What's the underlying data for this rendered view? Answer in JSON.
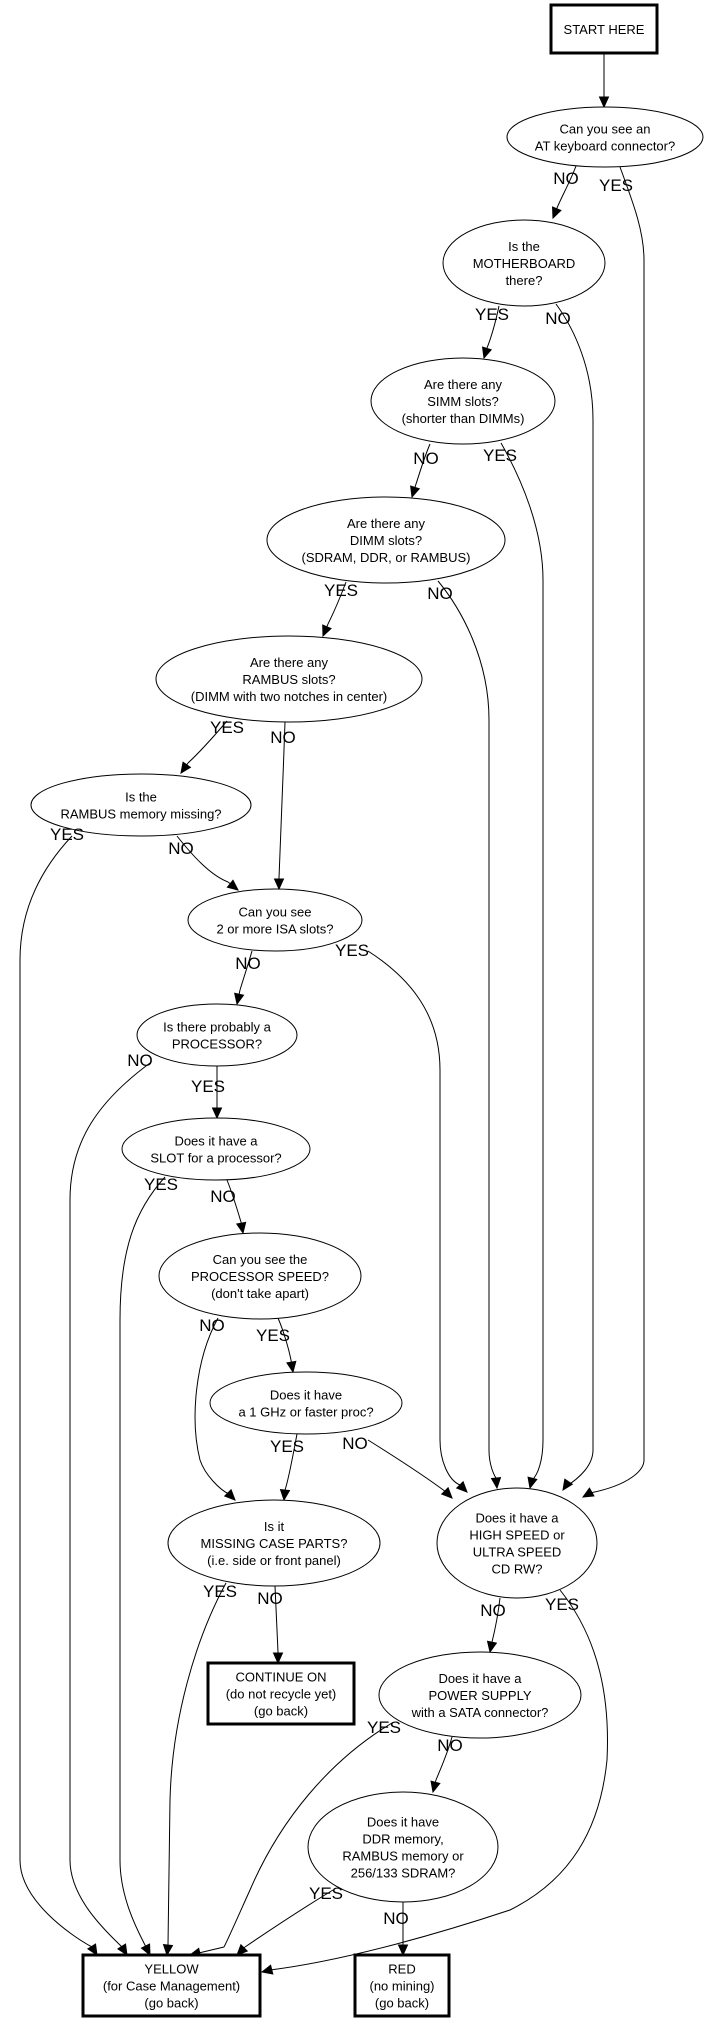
{
  "diagram": {
    "type": "flowchart",
    "nodes": [
      {
        "id": "start",
        "shape": "box",
        "lines": [
          "START HERE"
        ]
      },
      {
        "id": "at_kbd",
        "shape": "ellipse",
        "lines": [
          "Can you see an",
          "AT keyboard connector?"
        ]
      },
      {
        "id": "mobo",
        "shape": "ellipse",
        "lines": [
          "Is the",
          "MOTHERBOARD",
          "there?"
        ]
      },
      {
        "id": "simm",
        "shape": "ellipse",
        "lines": [
          "Are there any",
          "SIMM slots?",
          "(shorter than DIMMs)"
        ]
      },
      {
        "id": "dimm",
        "shape": "ellipse",
        "lines": [
          "Are there any",
          "DIMM slots?",
          "(SDRAM, DDR, or RAMBUS)"
        ]
      },
      {
        "id": "rambus_slots",
        "shape": "ellipse",
        "lines": [
          "Are there any",
          "RAMBUS slots?",
          "(DIMM with two notches in center)"
        ]
      },
      {
        "id": "rambus_missing",
        "shape": "ellipse",
        "lines": [
          "Is the",
          "RAMBUS memory missing?"
        ]
      },
      {
        "id": "isa",
        "shape": "ellipse",
        "lines": [
          "Can you see",
          "2 or more ISA slots?"
        ]
      },
      {
        "id": "processor",
        "shape": "ellipse",
        "lines": [
          "Is there probably a",
          "PROCESSOR?"
        ]
      },
      {
        "id": "slot",
        "shape": "ellipse",
        "lines": [
          "Does it have a",
          "SLOT for a processor?"
        ]
      },
      {
        "id": "proc_speed",
        "shape": "ellipse",
        "lines": [
          "Can you see the",
          "PROCESSOR SPEED?",
          "(don't take apart)"
        ]
      },
      {
        "id": "ghz",
        "shape": "ellipse",
        "lines": [
          "Does it have",
          "a 1 GHz or faster proc?"
        ]
      },
      {
        "id": "case_parts",
        "shape": "ellipse",
        "lines": [
          "Is it",
          "MISSING CASE PARTS?",
          "(i.e. side or front panel)"
        ]
      },
      {
        "id": "cdrw",
        "shape": "ellipse",
        "lines": [
          "Does it have a",
          "HIGH SPEED or",
          "ULTRA SPEED",
          "CD RW?"
        ]
      },
      {
        "id": "continue",
        "shape": "box",
        "lines": [
          "CONTINUE ON",
          "(do not recycle yet)",
          "(go back)"
        ]
      },
      {
        "id": "psu",
        "shape": "ellipse",
        "lines": [
          "Does it have a",
          "POWER SUPPLY",
          "with a SATA connector?"
        ]
      },
      {
        "id": "ddr",
        "shape": "ellipse",
        "lines": [
          "Does it have",
          "DDR memory,",
          "RAMBUS memory or",
          "256/133 SDRAM?"
        ]
      },
      {
        "id": "yellow",
        "shape": "box",
        "lines": [
          "YELLOW",
          "(for Case Management)",
          "(go back)"
        ]
      },
      {
        "id": "red",
        "shape": "box",
        "lines": [
          "RED",
          "(no mining)",
          "(go back)"
        ]
      }
    ],
    "edges": [
      {
        "from": "start",
        "to": "at_kbd",
        "label": ""
      },
      {
        "from": "at_kbd",
        "to": "mobo",
        "label": "NO"
      },
      {
        "from": "at_kbd",
        "to": "cdrw",
        "label": "YES"
      },
      {
        "from": "mobo",
        "to": "simm",
        "label": "YES"
      },
      {
        "from": "mobo",
        "to": "cdrw",
        "label": "NO"
      },
      {
        "from": "simm",
        "to": "dimm",
        "label": "NO"
      },
      {
        "from": "simm",
        "to": "cdrw",
        "label": "YES"
      },
      {
        "from": "dimm",
        "to": "rambus_slots",
        "label": "YES"
      },
      {
        "from": "dimm",
        "to": "cdrw",
        "label": "NO"
      },
      {
        "from": "rambus_slots",
        "to": "rambus_missing",
        "label": "YES"
      },
      {
        "from": "rambus_slots",
        "to": "isa",
        "label": "NO"
      },
      {
        "from": "rambus_missing",
        "to": "yellow",
        "label": "YES"
      },
      {
        "from": "rambus_missing",
        "to": "isa",
        "label": "NO"
      },
      {
        "from": "isa",
        "to": "processor",
        "label": "NO"
      },
      {
        "from": "isa",
        "to": "cdrw",
        "label": "YES"
      },
      {
        "from": "processor",
        "to": "yellow",
        "label": "NO"
      },
      {
        "from": "processor",
        "to": "slot",
        "label": "YES"
      },
      {
        "from": "slot",
        "to": "yellow",
        "label": "YES"
      },
      {
        "from": "slot",
        "to": "proc_speed",
        "label": "NO"
      },
      {
        "from": "proc_speed",
        "to": "case_parts",
        "label": "NO"
      },
      {
        "from": "proc_speed",
        "to": "ghz",
        "label": "YES"
      },
      {
        "from": "ghz",
        "to": "case_parts",
        "label": "YES"
      },
      {
        "from": "ghz",
        "to": "cdrw",
        "label": "NO"
      },
      {
        "from": "case_parts",
        "to": "yellow",
        "label": "YES"
      },
      {
        "from": "case_parts",
        "to": "continue",
        "label": "NO"
      },
      {
        "from": "cdrw",
        "to": "psu",
        "label": "NO"
      },
      {
        "from": "cdrw",
        "to": "yellow",
        "label": "YES"
      },
      {
        "from": "psu",
        "to": "yellow",
        "label": "YES"
      },
      {
        "from": "psu",
        "to": "ddr",
        "label": "NO"
      },
      {
        "from": "ddr",
        "to": "yellow",
        "label": "YES"
      },
      {
        "from": "ddr",
        "to": "red",
        "label": "NO"
      }
    ]
  }
}
